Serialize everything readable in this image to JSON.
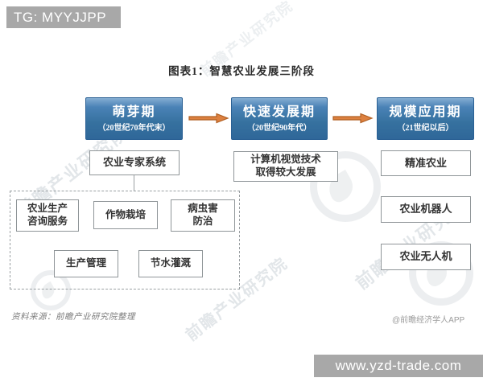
{
  "overlays": {
    "tg_badge": "TG: MYYJJPP",
    "watermark_bar": "www.yzd-trade.com"
  },
  "title": "图表1：智慧农业发展三阶段",
  "stages": [
    {
      "name": "萌芽期",
      "period": "（20世纪70年代末）"
    },
    {
      "name": "快速发展期",
      "period": "（20世纪90年代）"
    },
    {
      "name": "规模应用期",
      "period": "（21世纪以后）"
    }
  ],
  "stage1_branch": {
    "top_box": "农业专家系统",
    "dashed_group": [
      "农业生产\n咨询服务",
      "作物栽培",
      "病虫害\n防治",
      "生产管理",
      "节水灌溉"
    ]
  },
  "stage2_branch": {
    "box": "计算机视觉技术\n取得较大发展"
  },
  "stage3_branch": {
    "boxes": [
      "精准农业",
      "农业机器人",
      "农业无人机"
    ]
  },
  "footer": {
    "source": "资料来源：前瞻产业研究院整理",
    "credit": "@前瞻经济学人APP"
  },
  "watermark": {
    "text": "前瞻产业研究院"
  },
  "icons": {
    "flow_arrow": "right-arrow-icon"
  },
  "colors": {
    "stage_blue": "#34709f",
    "stage_blue_light": "#85aed2",
    "stage_border": "#2a6094",
    "arrow_orange": "#dd8140",
    "arrow_border": "#b05f22",
    "overlay_gray": "#a8a8a8",
    "box_border": "#8f9598",
    "text_dark": "#333333"
  }
}
